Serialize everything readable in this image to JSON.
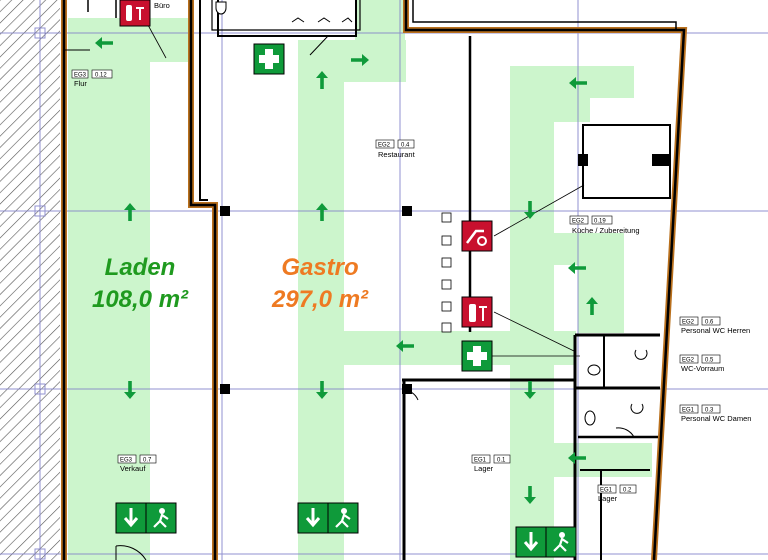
{
  "colors": {
    "escape_route": "#ccf5cc",
    "wall": "#000000",
    "outer_wall": "#b9701d",
    "emergency_green": "#0f9a3a",
    "fire_red": "#c8102e",
    "grid_line": "#8080c8",
    "laden_text": "#1f9a1f",
    "gastro_text": "#ee7a22"
  },
  "zones": {
    "laden": {
      "name": "Laden",
      "area": "108,0 m²"
    },
    "gastro": {
      "name": "Gastro",
      "area": "297,0 m²"
    }
  },
  "rooms": {
    "buero": {
      "name": "Büro"
    },
    "flur": {
      "id": "EG3",
      "num": "0.12",
      "name": "Flur"
    },
    "restaurant": {
      "id": "EG2",
      "num": "0.4",
      "name": "Restaurant"
    },
    "kueche": {
      "id": "EG2",
      "num": "0.19",
      "name": "Küche / Zubereitung"
    },
    "wc_herren": {
      "id": "EG2",
      "num": "0.6",
      "name": "Personal WC Herren"
    },
    "wc_vorraum": {
      "id": "EG2",
      "num": "0.5",
      "name": "WC-Vorraum"
    },
    "wc_damen": {
      "id": "EG1",
      "num": "0.3",
      "name": "Personal WC Damen"
    },
    "verkauf": {
      "id": "EG3",
      "num": "0.7",
      "name": "Verkauf"
    },
    "lager_main": {
      "id": "EG1",
      "num": "0.1",
      "name": "Lager"
    },
    "lager_small": {
      "id": "EG1",
      "num": "0.2",
      "name": "Lager"
    }
  },
  "symbols": {
    "route_arrow": "green-arrow-icon",
    "first_aid": "first-aid-icon",
    "fire_extinguisher": "fire-extinguisher-icon",
    "fire_hose": "fire-hose-icon",
    "emergency_exit": "emergency-exit-icon"
  }
}
